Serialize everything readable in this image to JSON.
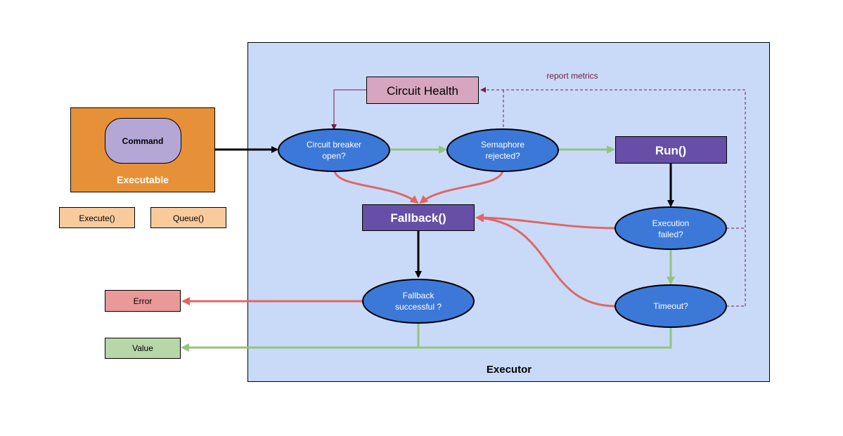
{
  "labels": {
    "command": "Command",
    "executable": "Executable",
    "execute": "Execute()",
    "queue": "Queue()",
    "executor": "Executor",
    "circuit_health": "Circuit Health",
    "report_metrics": "report metrics",
    "circuit_breaker_1": "Circuit breaker",
    "circuit_breaker_2": "open?",
    "semaphore_1": "Semaphore",
    "semaphore_2": "rejected?",
    "run": "Run()",
    "fallback": "Fallback()",
    "execution_failed_1": "Execution",
    "execution_failed_2": "failed?",
    "timeout": "Timeout?",
    "fallback_successful_1": "Fallback",
    "fallback_successful_2": "successful ?",
    "error": "Error",
    "value": "Value"
  },
  "colors": {
    "executable_bg": "#e69138",
    "command_bg": "#b4a7d6",
    "method_bg": "#f9cb9c",
    "executor_bg": "#c9daf8",
    "decision_bg": "#3c78d8",
    "action_bg": "#674ea7",
    "health_bg": "#d5a6bd",
    "error_bg": "#ea9999",
    "value_bg": "#b6d7a8",
    "success_line": "#93c47d",
    "failure_line": "#e06666",
    "metrics_line": "#741b47"
  }
}
